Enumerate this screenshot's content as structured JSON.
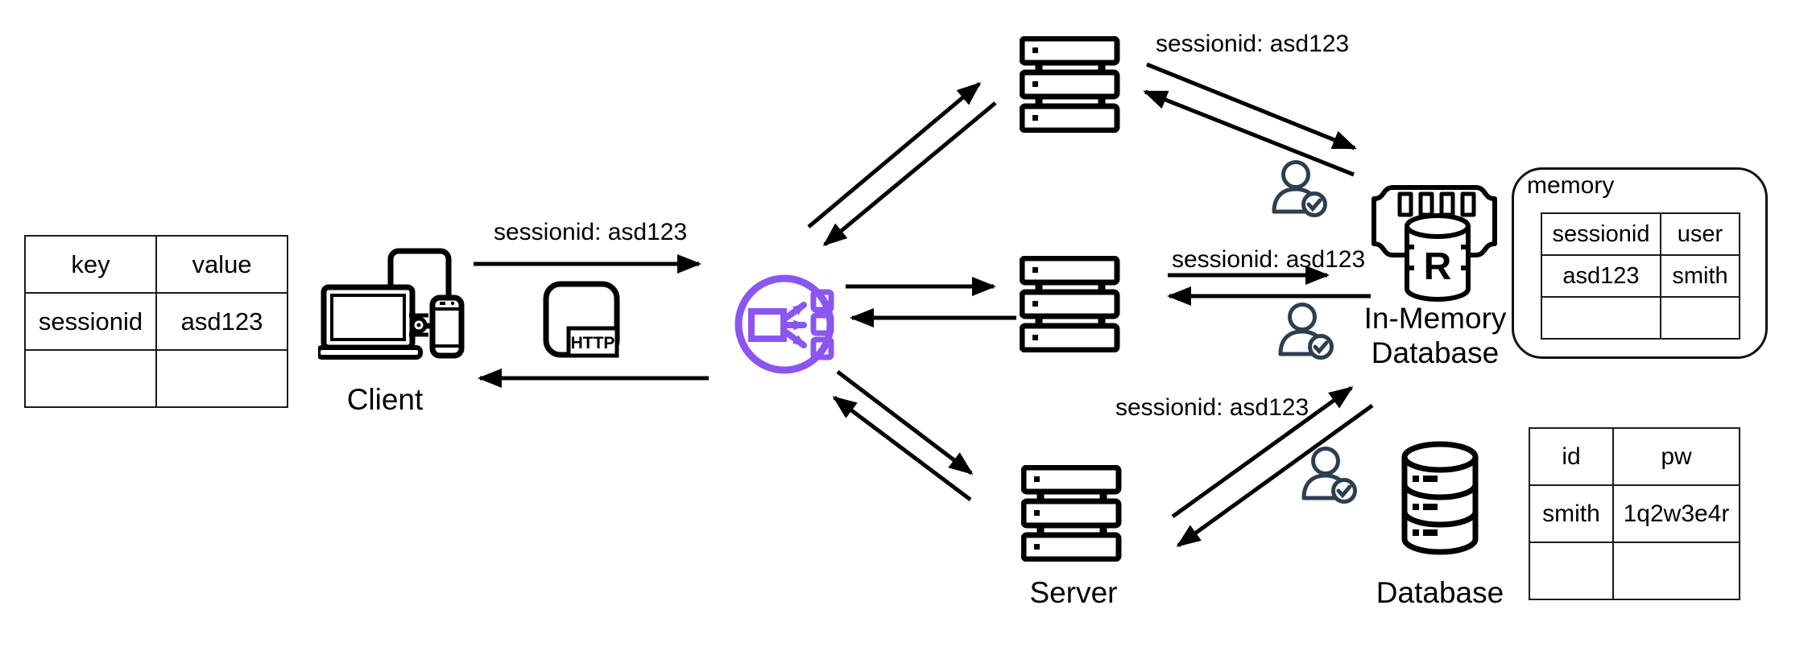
{
  "colors": {
    "accent_purple": "#8B55F2",
    "person_icon": "#2C3E50",
    "ink": "#000000"
  },
  "labels": {
    "client": "Client",
    "server": "Server",
    "database": "Database",
    "in_memory_database": [
      "In-Memory",
      "Database"
    ],
    "memory_region": "memory",
    "http_badge": "HTTP",
    "redis_letter": "R",
    "session": {
      "client_request": "sessionid: asd123",
      "server_top": "sessionid: asd123",
      "server_middle": "sessionid: asd123",
      "server_bottom": "sessionid: asd123"
    }
  },
  "tables": {
    "client_cookie": {
      "headers": [
        "key",
        "value"
      ],
      "rows": [
        [
          "sessionid",
          "asd123"
        ],
        [
          "",
          ""
        ]
      ]
    },
    "memory_store": {
      "headers": [
        "sessionid",
        "user"
      ],
      "rows": [
        [
          "asd123",
          "smith"
        ],
        [
          "",
          ""
        ]
      ]
    },
    "credentials": {
      "headers": [
        "id",
        "pw"
      ],
      "rows": [
        [
          "smith",
          "1q2w3e4r"
        ],
        [
          "",
          ""
        ]
      ]
    }
  },
  "icons": [
    "client-devices-icon",
    "http-icon",
    "load-balancer-icon",
    "server-icon",
    "user-check-icon",
    "memory-chip-icon",
    "in-memory-database-icon",
    "database-icon"
  ]
}
